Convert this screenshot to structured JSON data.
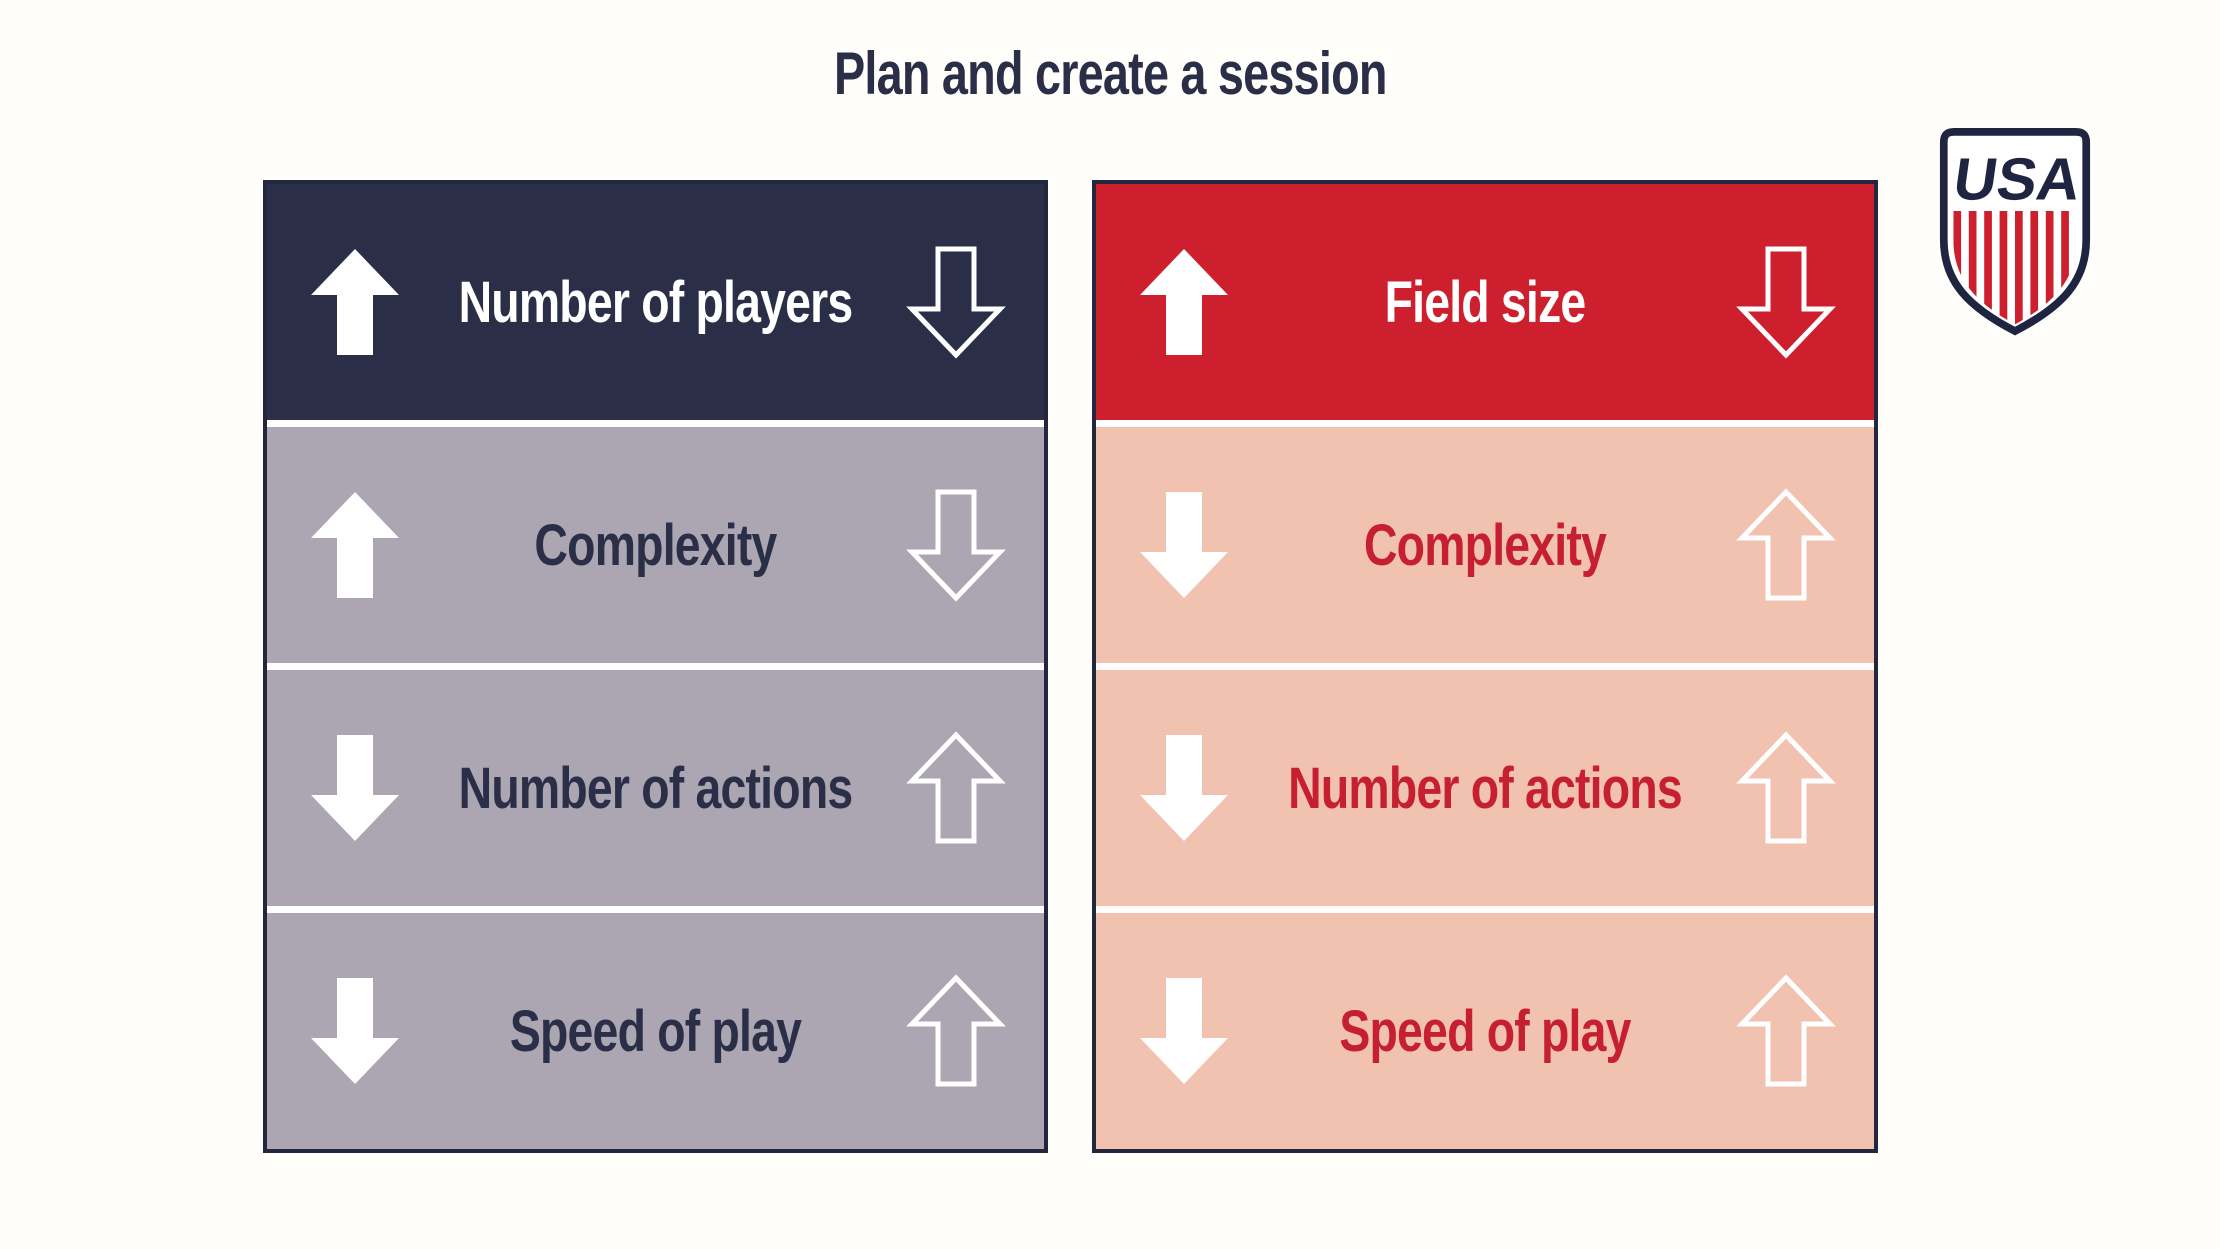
{
  "page": {
    "title": "Plan and create a session"
  },
  "logo": {
    "text": "USA"
  },
  "colors": {
    "navy": "#2a2e47",
    "gray": "#aba6b2",
    "red": "#cd1f2e",
    "pink": "#f2c2b1",
    "border_navy": "#23273e",
    "label_red": "#c51f30",
    "arrow_white": "#ffffff",
    "background": "#fffefa"
  },
  "columns": [
    {
      "name": "number-of-players",
      "header": {
        "label": "Number of players",
        "left_arrow": "up-filled",
        "right_arrow": "down-outline"
      },
      "rows": [
        {
          "label": "Complexity",
          "left_arrow": "up-filled",
          "right_arrow": "down-outline"
        },
        {
          "label": "Number of actions",
          "left_arrow": "down-filled",
          "right_arrow": "up-outline"
        },
        {
          "label": "Speed of play",
          "left_arrow": "down-filled",
          "right_arrow": "up-outline"
        }
      ]
    },
    {
      "name": "field-size",
      "header": {
        "label": "Field size",
        "left_arrow": "up-filled",
        "right_arrow": "down-outline"
      },
      "rows": [
        {
          "label": "Complexity",
          "left_arrow": "down-filled",
          "right_arrow": "up-outline"
        },
        {
          "label": "Number of actions",
          "left_arrow": "down-filled",
          "right_arrow": "up-outline"
        },
        {
          "label": "Speed of play",
          "left_arrow": "down-filled",
          "right_arrow": "up-outline"
        }
      ]
    }
  ]
}
